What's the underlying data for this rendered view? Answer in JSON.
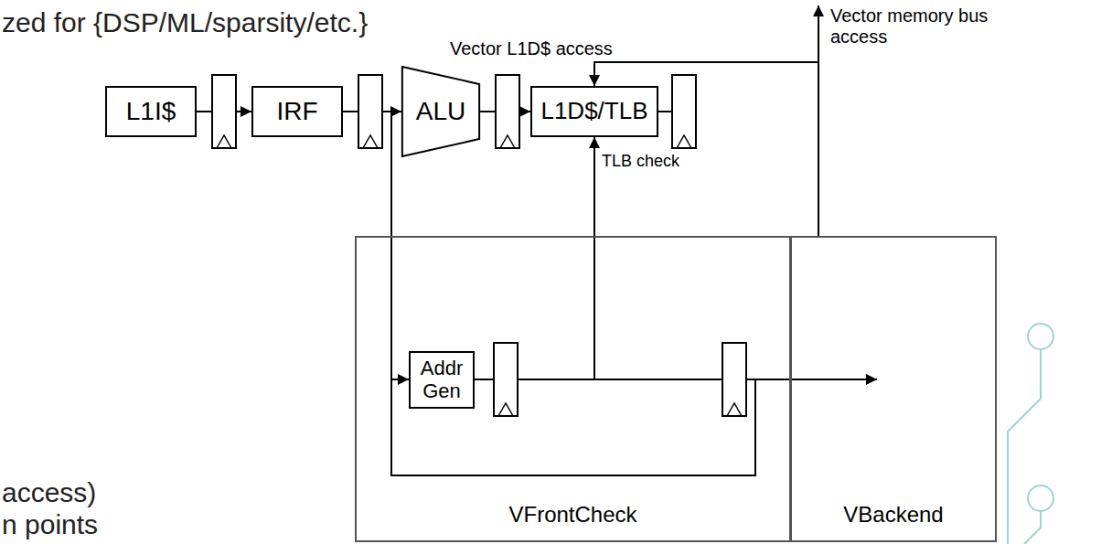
{
  "diagram": {
    "nodes": [
      {
        "text": [
          "L1I$"
        ]
      },
      {
        "text": [
          "IRF"
        ]
      },
      {
        "text": [
          "ALU"
        ]
      },
      {
        "text": [
          "L1D$/TLB"
        ]
      },
      {
        "text": [
          "VFrontCheck"
        ]
      },
      {
        "text": [
          "Addr Gen"
        ],
        "in": 4
      },
      {
        "text": [
          "VBackend"
        ]
      }
    ],
    "edges": [
      {
        "from": 0,
        "to": 1,
        "arrow": "to"
      },
      {
        "from": 1,
        "to": 2,
        "arrow": "to"
      },
      {
        "from": 2,
        "to": 3,
        "arrow": "to"
      },
      {
        "from": 1,
        "to": 5,
        "arrow": "to"
      },
      {
        "from": 5,
        "to": 3,
        "label": "TLB check",
        "arrow": "to"
      },
      {
        "from": 5,
        "to": 6,
        "arrow": "to"
      },
      {
        "from": 6,
        "to": 3,
        "label": "Vector L1D$ access",
        "arrow": "to"
      }
    ],
    "labels": [
      "zed for {DSP/ML/sparsity/etc.}",
      "Vector memory bus access",
      "access)",
      "n points"
    ]
  }
}
